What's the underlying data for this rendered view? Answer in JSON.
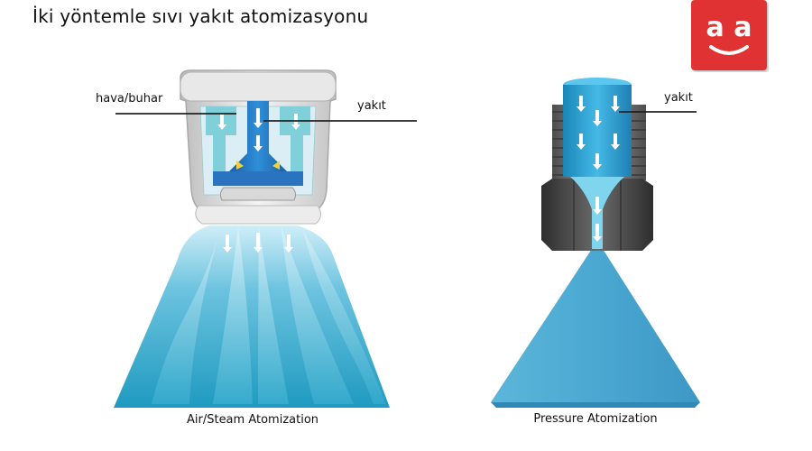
{
  "title": "İki yöntemle sıvı yakıt atomizasyonu",
  "logo": {
    "text": "a a",
    "color": "#e03131"
  },
  "left_diagram": {
    "label_air": "hava/buhar",
    "label_fuel": "yakıt",
    "caption": "Air/Steam Atomization"
  },
  "right_diagram": {
    "label_fuel": "yakıt",
    "caption": "Pressure Atomization"
  },
  "colors": {
    "spray": "#3aa7c9",
    "spray_light": "#8fd3e8",
    "fuel": "#1e6fc0",
    "nozzle_body": "#d9d9d9",
    "nut": "#4a4a4a"
  }
}
